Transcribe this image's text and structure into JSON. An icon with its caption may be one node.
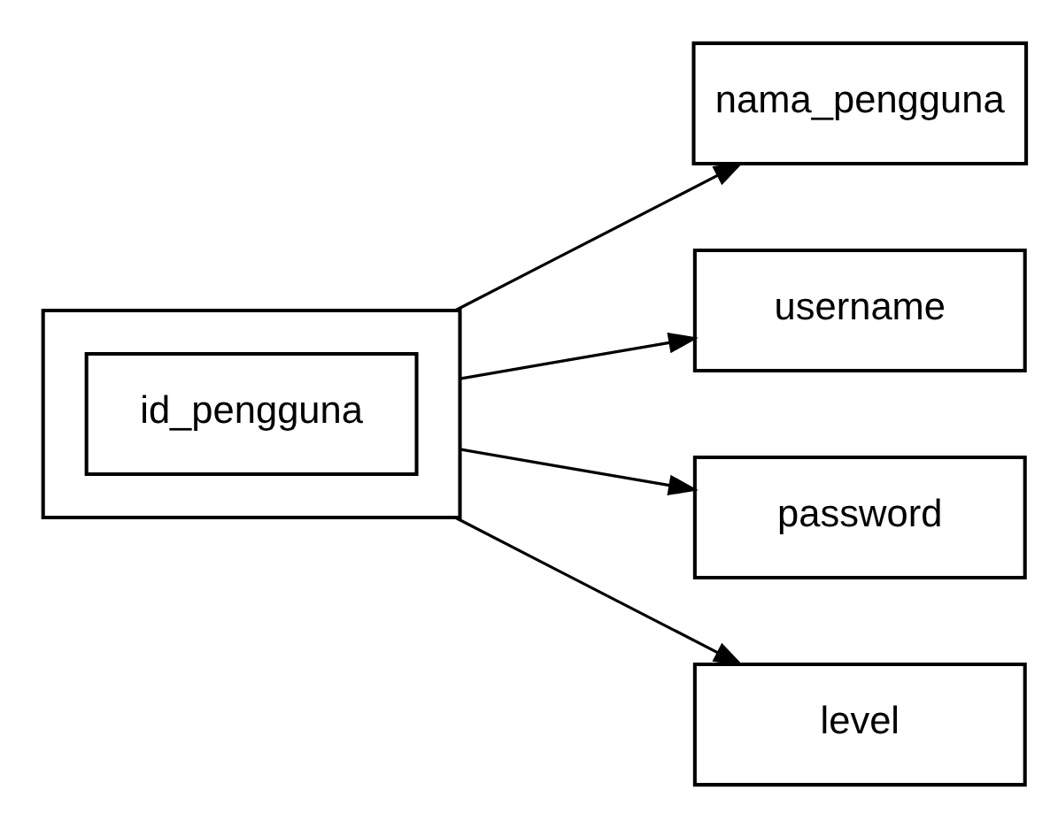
{
  "diagram": {
    "nodes": [
      {
        "text": [],
        "shape": "box"
      },
      {
        "text": [
          "id_pengguna"
        ],
        "in": 0
      },
      {
        "text": [
          "nama_pengguna"
        ]
      },
      {
        "text": [
          "username"
        ]
      },
      {
        "text": [
          "password"
        ]
      },
      {
        "text": [
          "level"
        ]
      }
    ],
    "edges": [
      {
        "from": 0,
        "to": 2,
        "arrow": "to"
      },
      {
        "from": 0,
        "to": 3,
        "arrow": "to"
      },
      {
        "from": 0,
        "to": 4,
        "arrow": "to"
      },
      {
        "from": 0,
        "to": 5,
        "arrow": "to"
      }
    ]
  }
}
